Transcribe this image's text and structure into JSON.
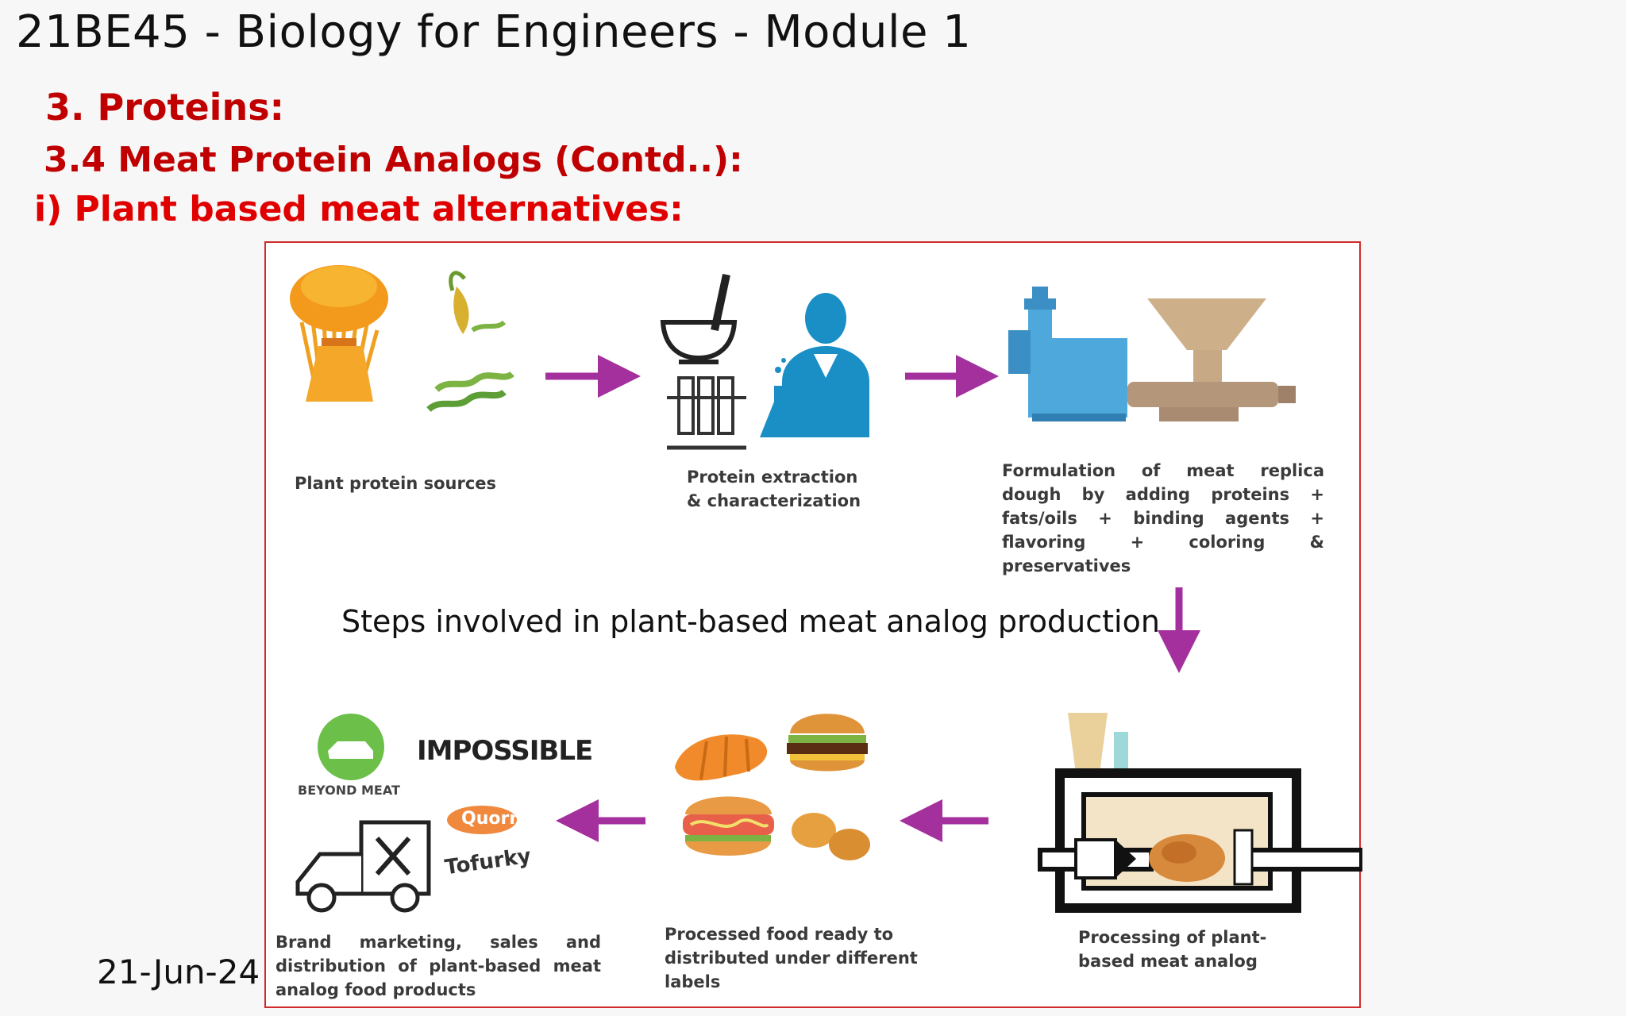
{
  "slide": {
    "title": "21BE45 - Biology for Engineers - Module 1",
    "heading1": "3. Proteins:",
    "heading2": "3.4 Meat Protein Analogs (Contd..):",
    "heading3": "i) Plant based meat alternatives:",
    "date": "21-Jun-24"
  },
  "figure": {
    "caption": "Steps involved in plant-based meat analog production",
    "steps": [
      {
        "label": "Plant protein sources",
        "icon": "grain-bundle-soy-icon"
      },
      {
        "label": "Protein extraction & characterization",
        "icon": "lab-scientist-icon"
      },
      {
        "label": "Formulation of meat replica dough by adding proteins + fats/oils + binding agents + flavoring + coloring & preservatives",
        "icon": "extruder-machine-icon"
      },
      {
        "label": "Processing of plant-based meat analog",
        "icon": "processing-chamber-icon"
      },
      {
        "label": "Processed food ready to distributed under different labels",
        "icon": "food-products-icon"
      },
      {
        "label": "Brand marketing, sales and distribution of plant-based meat analog food products",
        "icon": "delivery-truck-icon"
      }
    ],
    "brands": [
      "BEYOND MEAT",
      "IMPOSSIBLE",
      "Quorn",
      "Tofurky"
    ],
    "colors": {
      "arrow": "#a3309c",
      "border": "#d12a2a",
      "heading": "#c00000",
      "machine": "#4fa8dc"
    }
  }
}
